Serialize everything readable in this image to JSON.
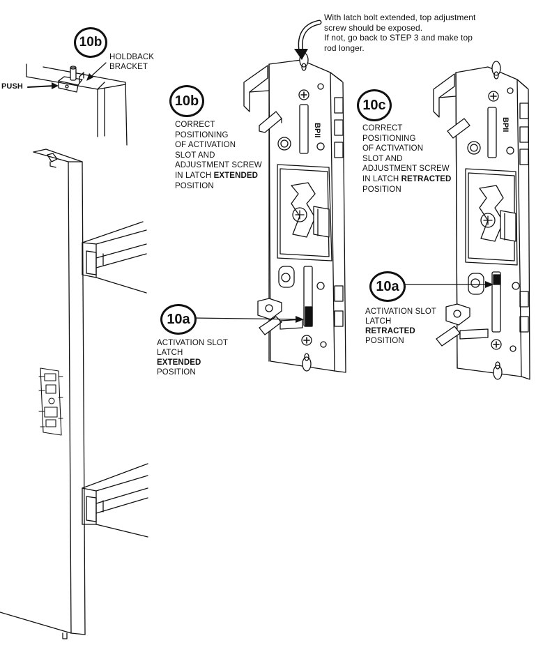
{
  "note_top": {
    "lines": [
      "With latch bolt extended, top adjustment",
      "screw should be exposed.",
      "If not, go back to STEP 3 and make top",
      "rod longer."
    ]
  },
  "holdback": {
    "badge": "10b",
    "label_line1": "HOLDBACK",
    "label_line2": "BRACKET",
    "push": "PUSH"
  },
  "panel_10b": {
    "badge": "10b",
    "lines": [
      "CORRECT",
      "POSITIONING",
      "OF ACTIVATION",
      "SLOT AND",
      "ADJUSTMENT SCREW"
    ],
    "line6_prefix": "IN LATCH ",
    "line6_bold": "EXTENDED",
    "line7": "POSITION"
  },
  "panel_10c": {
    "badge": "10c",
    "lines": [
      "CORRECT",
      "POSITIONING",
      "OF ACTIVATION",
      "SLOT AND",
      "ADJUSTMENT SCREW"
    ],
    "line6_prefix": "IN LATCH ",
    "line6_bold": "RETRACTED",
    "line7": "POSITION"
  },
  "callout_left": {
    "badge": "10a",
    "line1": "ACTIVATION SLOT",
    "line2": "LATCH",
    "line3_bold": "EXTENDED",
    "line4": "POSITION"
  },
  "callout_right": {
    "badge": "10a",
    "line1": "ACTIVATION SLOT",
    "line2": "LATCH",
    "line3_bold": "RETRACTED",
    "line4": "POSITION"
  },
  "plate_label": "BPII",
  "colors": {
    "ink": "#111111",
    "paper": "#ffffff"
  }
}
